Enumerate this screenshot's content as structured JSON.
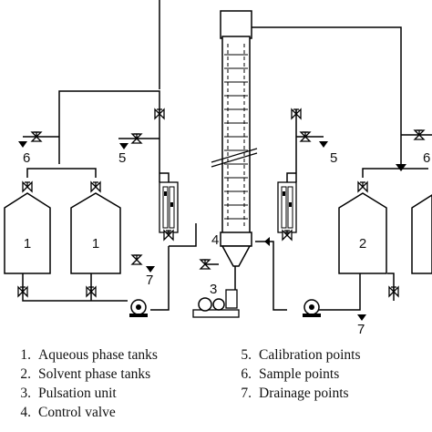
{
  "diagram": {
    "labels": {
      "tank_aqueous_1": "1",
      "tank_aqueous_2": "1",
      "tank_solvent_1": "2",
      "pulsation_unit": "3",
      "control_valve": "4",
      "calibration_left": "5",
      "calibration_right": "5",
      "sample_left": "6",
      "sample_right": "6",
      "drainage_left": "7",
      "drainage_right": "7"
    }
  },
  "legend": {
    "left": [
      {
        "num": "1.",
        "text": "Aqueous phase tanks"
      },
      {
        "num": "2.",
        "text": "Solvent phase tanks"
      },
      {
        "num": "3.",
        "text": "Pulsation unit"
      },
      {
        "num": "4.",
        "text": "Control valve"
      }
    ],
    "right": [
      {
        "num": "5.",
        "text": "Calibration points"
      },
      {
        "num": "6.",
        "text": "Sample points"
      },
      {
        "num": "7.",
        "text": "Drainage points"
      }
    ]
  }
}
